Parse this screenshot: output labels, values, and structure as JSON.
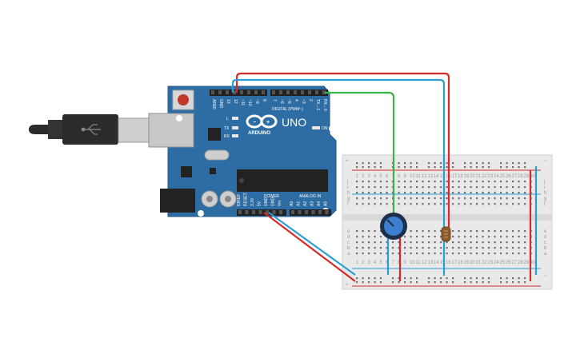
{
  "arduino": {
    "logo_text": "ARDUINO",
    "model": "UNO",
    "digital_label": "DIGITAL (PWM~)",
    "power_label": "POWER",
    "analog_label": "ANALOG IN",
    "on_label": "ON",
    "l_label": "L",
    "tx_label": "TX",
    "rx_label": "RX",
    "top_pins": [
      "AREF",
      "GND",
      "13",
      "12",
      "~11",
      "~10",
      "~9",
      "8",
      "7",
      "~6",
      "~5",
      "4",
      "~3",
      "2",
      "TX→1",
      "RX←0"
    ],
    "power_pins": [
      "IOREF",
      "RESET",
      "3.3V",
      "5V",
      "GND",
      "GND",
      "Vin"
    ],
    "analog_pins": [
      "A0",
      "A1",
      "A2",
      "A3",
      "A4",
      "A5"
    ]
  },
  "breadboard": {
    "columns": [
      "1",
      "2",
      "3",
      "4",
      "5",
      "6",
      "7",
      "8",
      "9",
      "10",
      "11",
      "12",
      "13",
      "14",
      "15",
      "16",
      "17",
      "18",
      "19",
      "20",
      "21",
      "22",
      "23",
      "24",
      "25",
      "26",
      "27",
      "28",
      "29",
      "30"
    ],
    "rows_top": [
      "j",
      "i",
      "h",
      "g",
      "f"
    ],
    "rows_bottom": [
      "e",
      "d",
      "c",
      "b",
      "a"
    ],
    "rail_plus": "+",
    "rail_minus": "−"
  },
  "colors": {
    "board": "#2e6da4",
    "wire_red": "#d42a2a",
    "wire_blue": "#2a9fd6",
    "wire_green": "#3ab54a",
    "usb_cable": "#2b2b2b",
    "breadboard": "#e9e9e9"
  },
  "components": {
    "potentiometer": "potentiometer",
    "sensor": "photoresistor"
  }
}
